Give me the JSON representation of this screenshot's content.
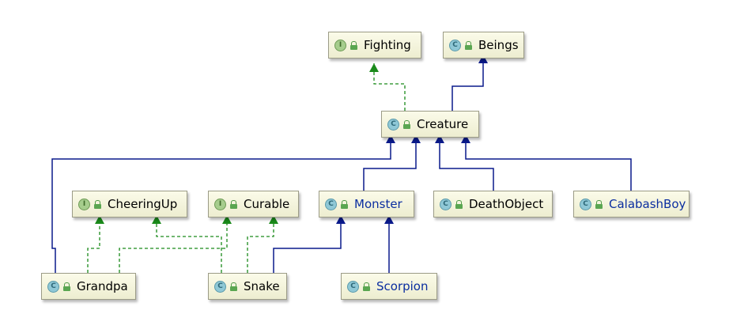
{
  "diagram": {
    "nodes": {
      "fighting": {
        "kind": "I",
        "label": "Fighting"
      },
      "beings": {
        "kind": "C",
        "label": "Beings"
      },
      "creature": {
        "kind": "C",
        "label": "Creature"
      },
      "cheeringup": {
        "kind": "I",
        "label": "CheeringUp"
      },
      "curable": {
        "kind": "I",
        "label": "Curable"
      },
      "monster": {
        "kind": "C",
        "label": "Monster"
      },
      "deathobject": {
        "kind": "C",
        "label": "DeathObject"
      },
      "calabashboy": {
        "kind": "C",
        "label": "CalabashBoy"
      },
      "grandpa": {
        "kind": "C",
        "label": "Grandpa"
      },
      "snake": {
        "kind": "C",
        "label": "Snake"
      },
      "scorpion": {
        "kind": "C",
        "label": "Scorpion"
      }
    },
    "edges": [
      {
        "from": "creature",
        "to": "fighting",
        "type": "implements"
      },
      {
        "from": "creature",
        "to": "beings",
        "type": "extends"
      },
      {
        "from": "grandpa",
        "to": "creature",
        "type": "extends"
      },
      {
        "from": "monster",
        "to": "creature",
        "type": "extends"
      },
      {
        "from": "deathobject",
        "to": "creature",
        "type": "extends"
      },
      {
        "from": "calabashboy",
        "to": "creature",
        "type": "extends"
      },
      {
        "from": "grandpa",
        "to": "cheeringup",
        "type": "implements"
      },
      {
        "from": "grandpa",
        "to": "curable",
        "type": "implements"
      },
      {
        "from": "snake",
        "to": "cheeringup",
        "type": "implements"
      },
      {
        "from": "snake",
        "to": "curable",
        "type": "implements"
      },
      {
        "from": "snake",
        "to": "monster",
        "type": "extends"
      },
      {
        "from": "scorpion",
        "to": "monster",
        "type": "extends"
      }
    ],
    "colors": {
      "extends": "#0a1a8c",
      "implements": "#1a8a1a",
      "blue_label": "#0b2ea0"
    }
  }
}
